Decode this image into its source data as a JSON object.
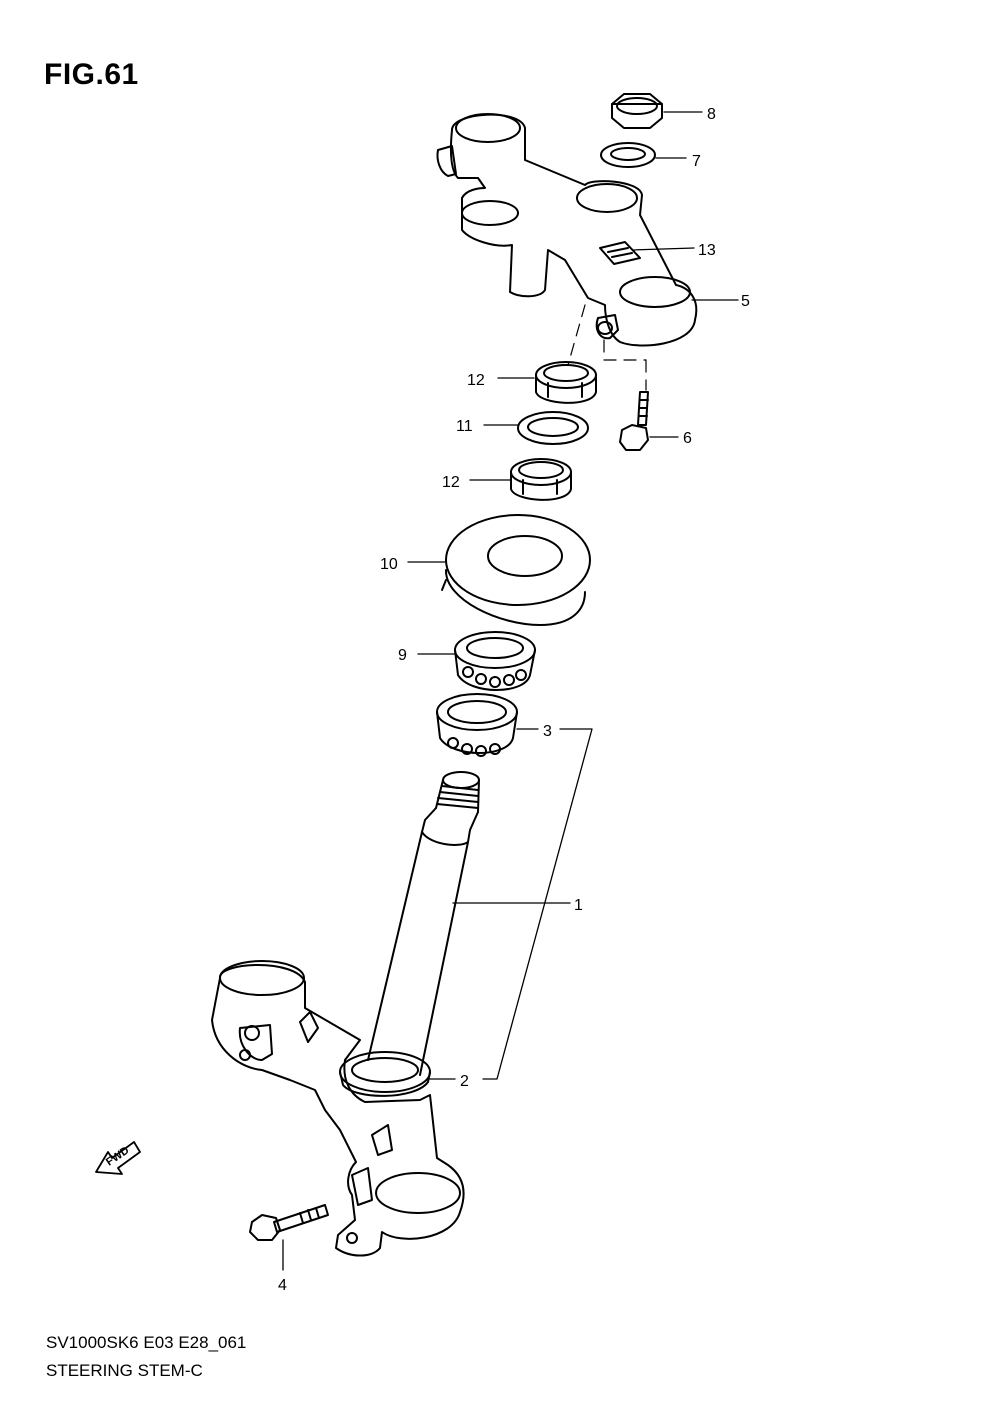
{
  "figure": {
    "title": "FIG.61",
    "code": "SV1000SK6 E03 E28_061",
    "name": "STEERING STEM-C"
  },
  "direction_marker": {
    "label": "FWD",
    "icon": "fwd-arrow-icon"
  },
  "callouts": [
    {
      "id": "8",
      "label": "8"
    },
    {
      "id": "7",
      "label": "7"
    },
    {
      "id": "13",
      "label": "13"
    },
    {
      "id": "5",
      "label": "5"
    },
    {
      "id": "12a",
      "label": "12"
    },
    {
      "id": "6",
      "label": "6"
    },
    {
      "id": "11",
      "label": "11"
    },
    {
      "id": "12b",
      "label": "12"
    },
    {
      "id": "10",
      "label": "10"
    },
    {
      "id": "9",
      "label": "9"
    },
    {
      "id": "3",
      "label": "3"
    },
    {
      "id": "1",
      "label": "1"
    },
    {
      "id": "2",
      "label": "2"
    },
    {
      "id": "4",
      "label": "4"
    }
  ]
}
